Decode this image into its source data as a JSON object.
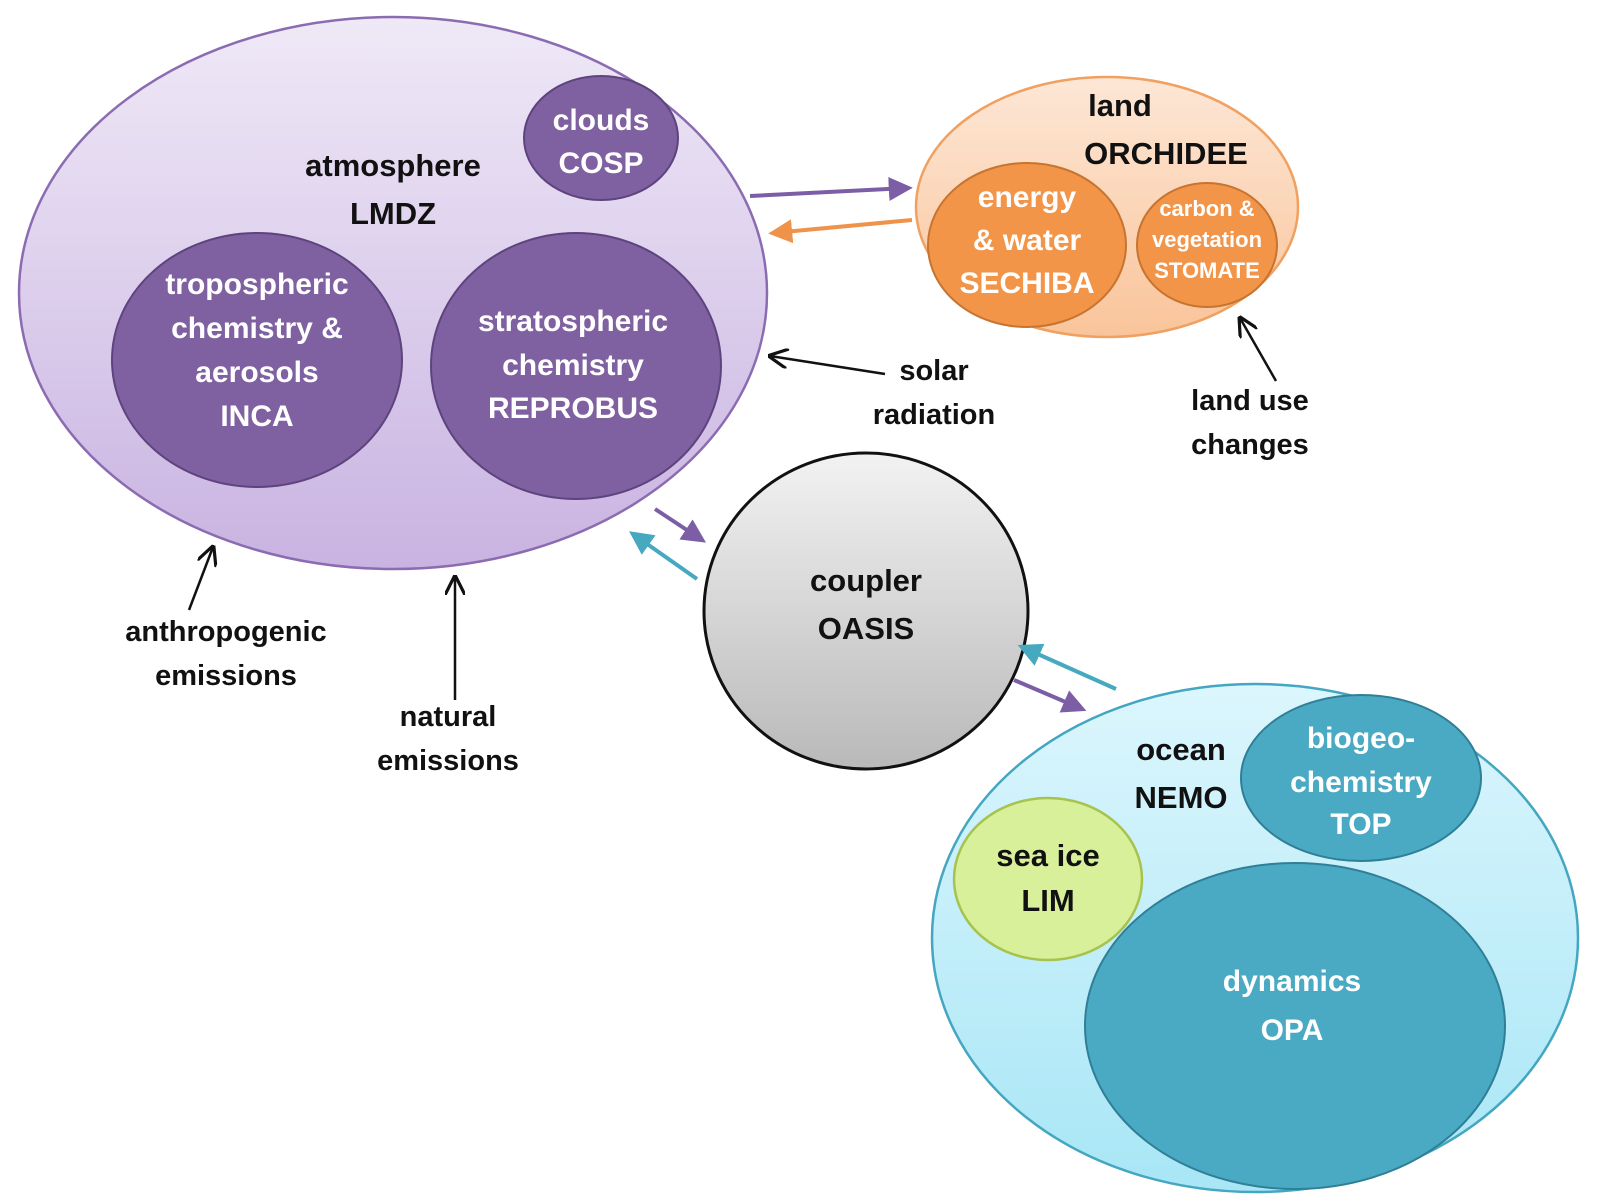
{
  "atmosphere": {
    "line1": "atmosphere",
    "line2": "LMDZ",
    "clouds": {
      "line1": "clouds",
      "line2": "COSP"
    },
    "tropospheric": {
      "line1": "tropospheric",
      "line2": "chemistry  &",
      "line3": "aerosols",
      "line4": "INCA"
    },
    "stratospheric": {
      "line1": "stratospheric",
      "line2": "chemistry",
      "line3": "REPROBUS"
    }
  },
  "land": {
    "line1": "land",
    "line2": "ORCHIDEE",
    "energy": {
      "line1": "energy",
      "line2": "& water",
      "line3": "SECHIBA"
    },
    "carbon": {
      "line1": "carbon &",
      "line2": "vegetation",
      "line3": "STOMATE"
    }
  },
  "coupler": {
    "line1": "coupler",
    "line2": "OASIS"
  },
  "ocean": {
    "line1": "ocean",
    "line2": "NEMO",
    "biogeo": {
      "line1": "biogeo-",
      "line2": "chemistry",
      "line3": "TOP"
    },
    "seaice": {
      "line1": "sea ice",
      "line2": "LIM"
    },
    "dynamics": {
      "line1": "dynamics",
      "line2": "OPA"
    }
  },
  "notes": {
    "solar": {
      "line1": "solar",
      "line2": "radiation"
    },
    "landuse": {
      "line1": "land use",
      "line2": "changes"
    },
    "anthropogenic": {
      "line1": "anthropogenic",
      "line2": "emissions"
    },
    "natural": {
      "line1": "natural",
      "line2": "emissions"
    }
  },
  "colors": {
    "atmosphere_outline": "#8b6bb1",
    "atmosphere_inner": "#7f60a0",
    "land_outline": "#f0a060",
    "land_inner": "#f29549",
    "coupler_fill": "#d0d0d0",
    "ocean_outline": "#45a6c2",
    "ocean_inner": "#4aaac3",
    "seaice_fill": "#d9f09a",
    "arrow_purple": "#7b5ea6",
    "arrow_orange": "#f0934a",
    "arrow_teal": "#46a9c0"
  }
}
